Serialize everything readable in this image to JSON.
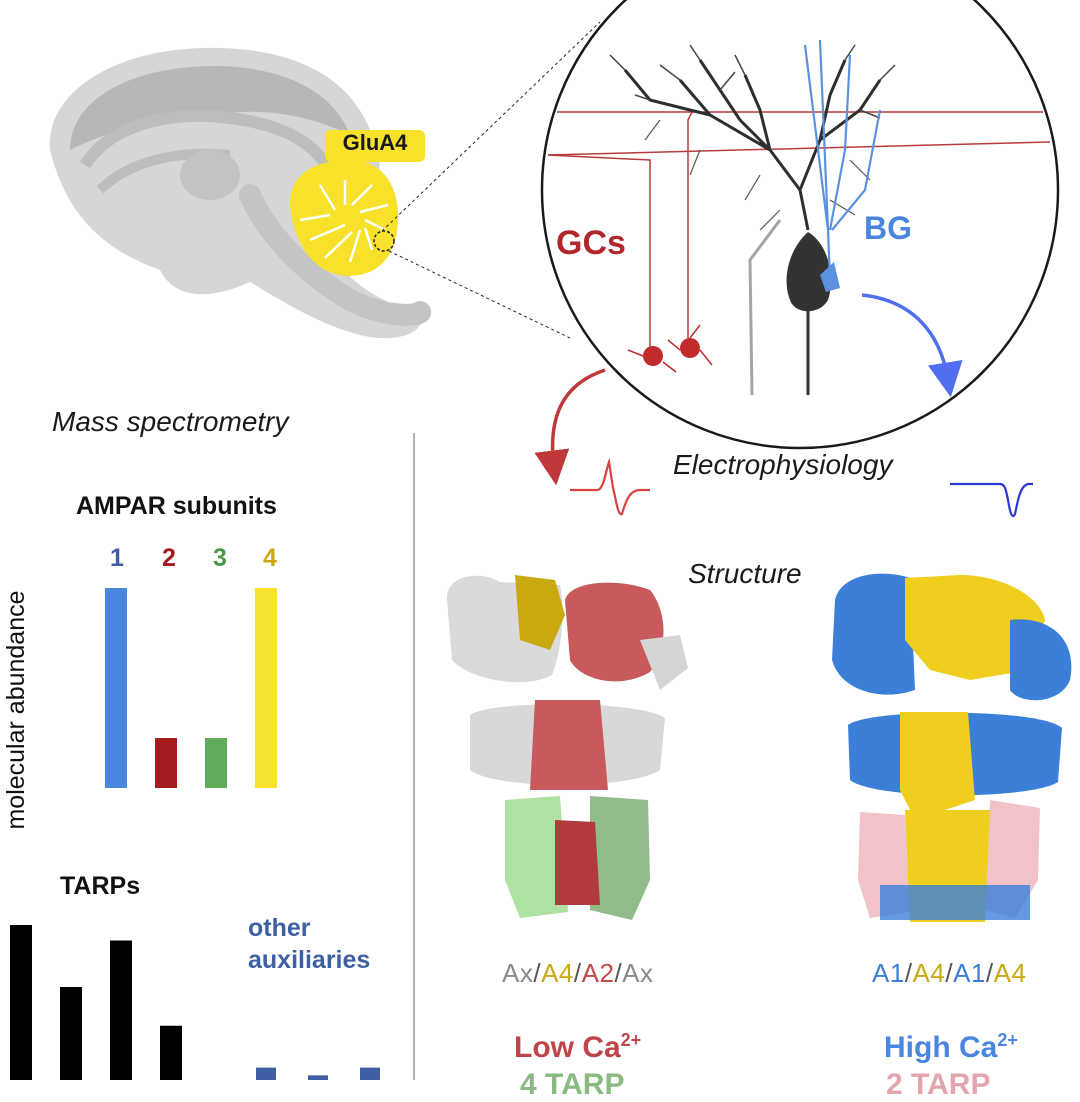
{
  "region_label": "GluA4",
  "cell_labels": {
    "granule_cells": "GCs",
    "bergmann_glia": "BG"
  },
  "methods": {
    "mass_spec": "Mass spectrometry",
    "electrophysiology": "Electrophysiology",
    "structure": "Structure"
  },
  "ampar_chart": {
    "title": "AMPAR subunits",
    "ylabel": "molecular abundance",
    "categories": [
      "1",
      "2",
      "3",
      "4"
    ],
    "colors": [
      "#4a86e0",
      "#a51c1f",
      "#5fac5a",
      "#f4e22f"
    ]
  },
  "tarps_chart": {
    "title": "TARPs",
    "color": "#000000"
  },
  "aux_chart": {
    "title_line1": "other",
    "title_line2": "auxiliaries",
    "color": "#3e5fa3"
  },
  "chart_data": [
    {
      "type": "bar",
      "title": "AMPAR subunits",
      "ylabel": "molecular abundance",
      "categories": [
        "1",
        "2",
        "3",
        "4"
      ],
      "values": [
        100,
        25,
        25,
        100
      ],
      "ylim": [
        0,
        100
      ]
    },
    {
      "type": "bar",
      "title": "TARPs",
      "categories": [
        "",
        "",
        "",
        ""
      ],
      "values": [
        100,
        60,
        90,
        35
      ],
      "ylim": [
        0,
        100
      ]
    },
    {
      "type": "bar",
      "title": "other auxiliaries",
      "categories": [
        "",
        "",
        ""
      ],
      "values": [
        8,
        3,
        8
      ],
      "ylim": [
        0,
        100
      ]
    }
  ],
  "structures": {
    "low": {
      "parts": [
        "Ax",
        "A4",
        "A2",
        "Ax"
      ],
      "part_colors": [
        "#8a8a8a",
        "#c9a90f",
        "#c24a4c",
        "#8a8a8a"
      ],
      "ca_label": "Low Ca",
      "ca_sup": "2+",
      "tarp_label": "4 TARP"
    },
    "high": {
      "parts": [
        "A1",
        "A4",
        "A1",
        "A4"
      ],
      "part_colors": [
        "#3d7fd6",
        "#c9a90f",
        "#3d7fd6",
        "#c9a90f"
      ],
      "ca_label": "High Ca",
      "ca_sup": "2+",
      "tarp_label": "2 TARP"
    }
  },
  "colors": {
    "low_ca": "#bf4648",
    "high_ca": "#4a86e0",
    "glua4": "#f7e12b",
    "gc": "#b0262b",
    "bg": "#4a86e0",
    "arrow_blue": "#4f6ef0",
    "trace_red": "#d9403f",
    "trace_blue": "#2a38d6"
  }
}
